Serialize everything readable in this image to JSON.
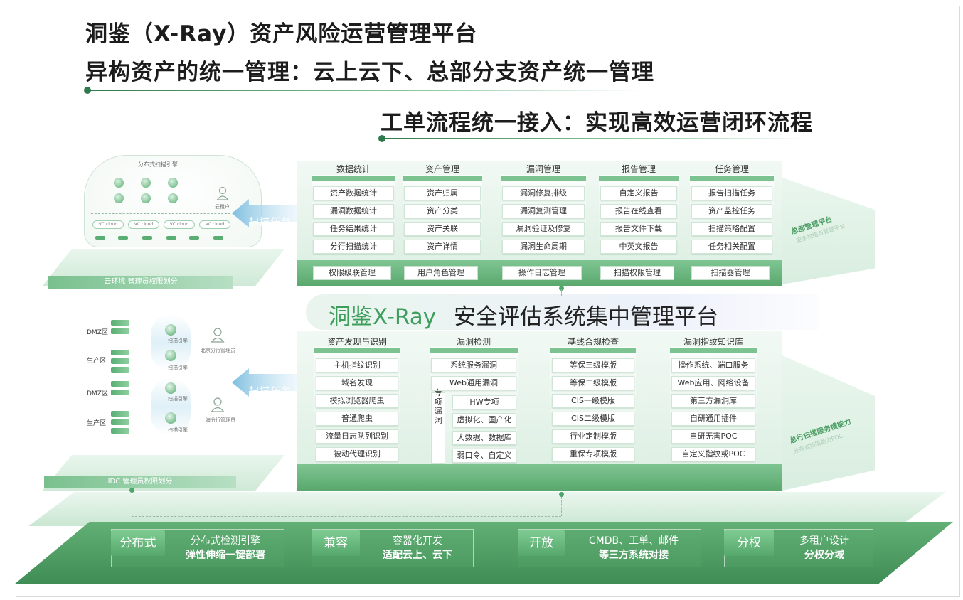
{
  "titles": {
    "line1": "洞鉴（X-Ray）资产风险运营管理平台",
    "line2": "异构资产的统一管理：云上云下、总部分支资产统一管理",
    "line3": "工单流程统一接入：实现高效运营闭环流程"
  },
  "center": {
    "brand": "洞鉴X-Ray",
    "title": "安全评估系统集中管理平台"
  },
  "upper_columns": [
    {
      "head": "数据统计",
      "items": [
        "资产数据统计",
        "漏洞数据统计",
        "任务结果统计",
        "分行扫描统计"
      ],
      "mgmt": "权限级联管理"
    },
    {
      "head": "资产管理",
      "items": [
        "资产归属",
        "资产分类",
        "资产关联",
        "资产详情"
      ],
      "mgmt": "用户角色管理"
    },
    {
      "head": "漏洞管理",
      "items": [
        "漏洞修复排级",
        "漏洞复测管理",
        "漏洞验证及修复",
        "漏洞生命周期"
      ],
      "mgmt": "操作日志管理"
    },
    {
      "head": "报告管理",
      "items": [
        "自定义报告",
        "报告在线查看",
        "报告文件下载",
        "中英文报告"
      ],
      "mgmt": "扫描权限管理"
    },
    {
      "head": "任务管理",
      "items": [
        "报告扫描任务",
        "资产监控任务",
        "扫描策略配置",
        "任务相关配置"
      ],
      "mgmt": "扫描器管理"
    }
  ],
  "lower_columns": {
    "asset": {
      "head": "资产发现与识别",
      "items": [
        "主机指纹识别",
        "域名发现",
        "模拟浏览器爬虫",
        "普通爬虫",
        "流量日志队列识别",
        "被动代理识别"
      ]
    },
    "vuln": {
      "head": "漏洞检测",
      "items": [
        "系统服务漏洞",
        "Web通用漏洞"
      ],
      "special_label": "专项漏洞",
      "special_items": [
        "HW专项",
        "虚拟化、国产化",
        "大数据、数据库",
        "弱口令、自定义"
      ]
    },
    "baseline": {
      "head": "基线合规检查",
      "items": [
        "等保三级模版",
        "等保二级模版",
        "CIS一级模版",
        "CIS二级模版",
        "行业定制模版",
        "重保专项模版"
      ]
    },
    "knowledge": {
      "head": "漏洞指纹知识库",
      "items": [
        "操作系统、端口服务",
        "Web应用、网络设备",
        "第三方漏洞库",
        "自研通用插件",
        "自研无害POC",
        "自定义指纹或POC"
      ]
    }
  },
  "side_labels": {
    "hq": "总部管理平台",
    "hq_sub": "安全扫描与管理平台",
    "branch": "总行扫描服务横能力",
    "branch_sub": "分布式扫描能力POC"
  },
  "left": {
    "cloud_title": "分布式扫描引擎",
    "cloud_user": "云租户",
    "vpc_labels": [
      "VC cloud",
      "VC cloud",
      "VC cloud",
      "VC cloud"
    ],
    "cloud_bar": "云环境 管理员权限划分",
    "idc_bar": "IDC 管理员权限划分",
    "arrow_label": "扫描任务",
    "zones": [
      "DMZ区",
      "生产区",
      "DMZ区",
      "生产区"
    ],
    "scanner_label": "扫描引擎",
    "branch_users": [
      "北京分行管理员",
      "上海分行管理员"
    ]
  },
  "features": [
    {
      "tag": "分布式",
      "line1": "分布式检测引擎",
      "line2": "弹性伸缩一键部署"
    },
    {
      "tag": "兼容",
      "line1": "容器化开发",
      "line2": "适配云上、云下"
    },
    {
      "tag": "开放",
      "line1": "CMDB、工单、邮件",
      "line2": "等三方系统对接"
    },
    {
      "tag": "分权",
      "line1": "多租户设计",
      "line2": "分权分域"
    }
  ],
  "colors": {
    "brand_green": "#3e9e5c",
    "bar_green": "#7dc392",
    "base_green": "#5aa86e"
  }
}
